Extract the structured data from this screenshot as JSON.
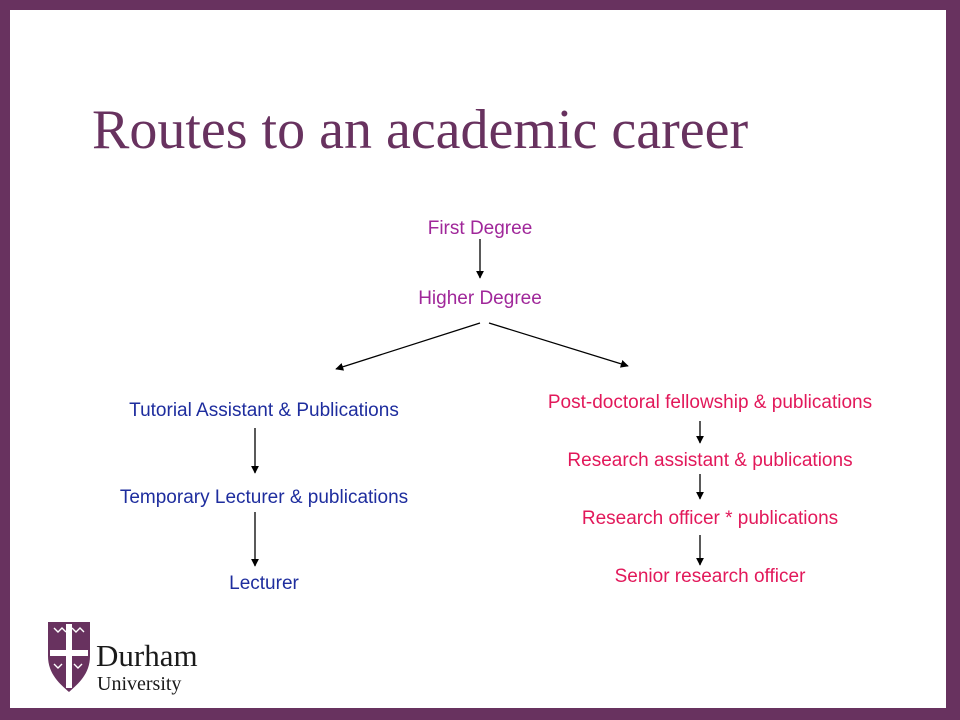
{
  "slide": {
    "title": "Routes to an academic career",
    "frame_color": "#68325f"
  },
  "diagram": {
    "root": "First Degree",
    "second": "Higher Degree",
    "left_branch": [
      "Tutorial Assistant & Publications",
      "Temporary Lecturer & publications",
      "Lecturer"
    ],
    "right_branch": [
      "Post-doctoral fellowship & publications",
      "Research assistant & publications",
      "Research officer * publications",
      "Senior research officer"
    ],
    "colors": {
      "top_nodes": "#a0279a",
      "left_nodes": "#1e2d9e",
      "right_nodes": "#e2185a"
    }
  },
  "logo": {
    "name_line1": "Durham",
    "name_line2": "University",
    "icon": "durham-crest-icon"
  }
}
